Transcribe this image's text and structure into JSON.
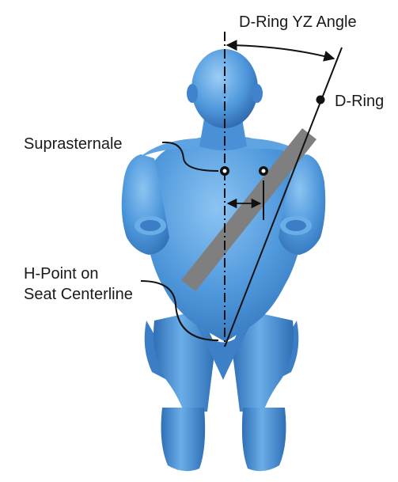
{
  "labels": {
    "angle": "D-Ring YZ Angle",
    "dring": "D-Ring",
    "suprasternale": "Suprasternale",
    "hpoint_line1": "H-Point on",
    "hpoint_line2": "Seat Centerline"
  },
  "colors": {
    "body_fill": "#4f98dc",
    "body_shade": "#2f6fb6",
    "body_highlight": "#8cc4f2",
    "belt": "#7f7f7f",
    "line": "#111111"
  }
}
